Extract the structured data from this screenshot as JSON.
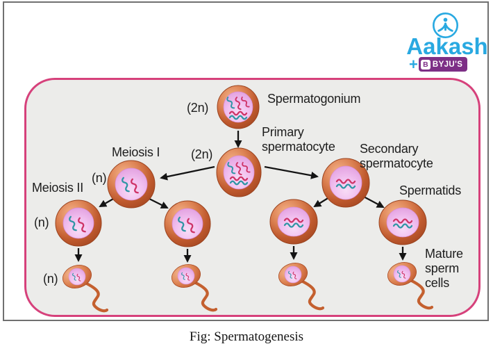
{
  "logo": {
    "brand": "Aakash",
    "plus": "+",
    "byjus_b": "B",
    "byjus": "BYJU'S"
  },
  "panel_labels": {
    "spermatogonium": "Spermatogonium",
    "ploidy_2n_spermatogonium": "(2n)",
    "primary_spermatocyte": "Primary\nspermatocyte",
    "ploidy_2n_primary": "(2n)",
    "meiosis_1": "Meiosis I",
    "ploidy_n_secondary": "(n)",
    "secondary_spermatocyte": "Secondary\nspermatocyte",
    "meiosis_2": "Meiosis II",
    "ploidy_n_spermatid": "(n)",
    "spermatids": "Spermatids",
    "mature_sperm_cells": "Mature\nsperm\ncells",
    "ploidy_n_sperm": "(n)"
  },
  "caption": "Fig: Spermatogenesis",
  "colors": {
    "frame_border": "#707070",
    "panel_border": "#d6417b",
    "panel_bg": "#ececea",
    "logo_blue": "#29a9e1",
    "byjus_purple": "#7d2f86",
    "label_text": "#1d1d1d",
    "chromosome_teal": "#2f96a5",
    "chromosome_crimson": "#ce3367",
    "cell_ring_orange": "#c05a2e",
    "cell_nucleus_pink": "#f1c0ef"
  }
}
